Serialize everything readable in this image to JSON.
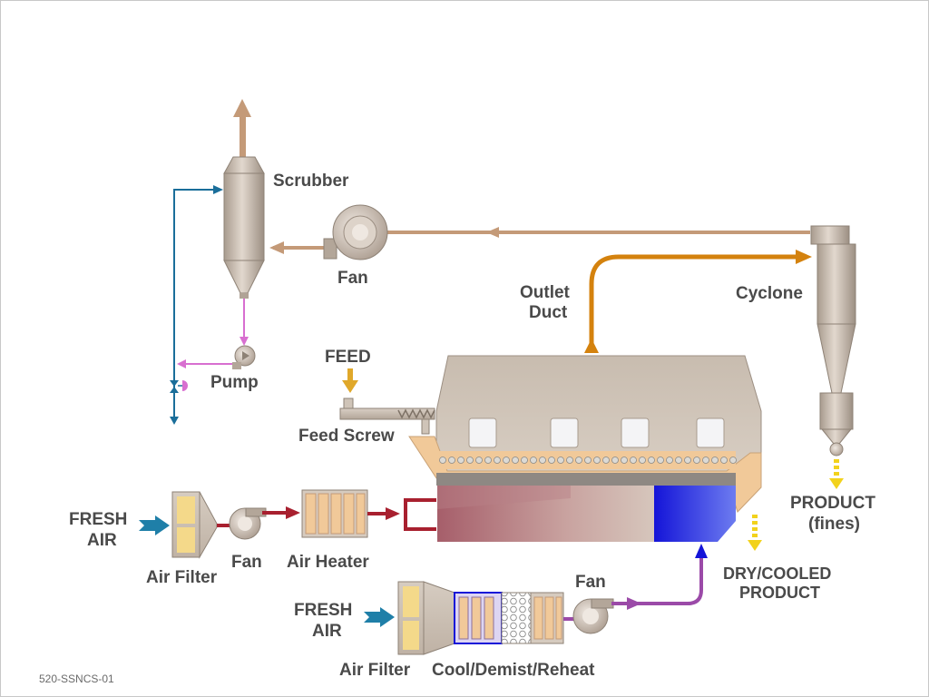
{
  "labels": {
    "scrubber": "Scrubber",
    "fan_scrubber": "Fan",
    "pump": "Pump",
    "feed": "FEED",
    "feed_screw": "Feed Screw",
    "outlet_duct_1": "Outlet",
    "outlet_duct_2": "Duct",
    "cyclone": "Cyclone",
    "fresh_air_1a": "FRESH",
    "fresh_air_1b": "AIR",
    "air_filter_1": "Air Filter",
    "fan_heater": "Fan",
    "air_heater": "Air Heater",
    "product_fines_1": "PRODUCT",
    "product_fines_2": "(fines)",
    "dry_cooled_1": "DRY/COOLED",
    "dry_cooled_2": "PRODUCT",
    "fresh_air_2a": "FRESH",
    "fresh_air_2b": "AIR",
    "air_filter_2": "Air Filter",
    "cool_demist_reheat": "Cool/Demist/Reheat",
    "fan_cooler": "Fan",
    "drawing_code": "520-SSNCS-01"
  },
  "colors": {
    "exhaust": "#c49a78",
    "outlet": "#d4820e",
    "hot_air": "#a8202f",
    "cool_air": "#9b4aa8",
    "water": "#1a6e9a",
    "scrubber_liquid": "#d86fd0",
    "fresh_air": "#1f7fa8",
    "product": "#f2d21c",
    "equipment": "#c9bcaf",
    "filter_fill": "#f4d98a"
  }
}
